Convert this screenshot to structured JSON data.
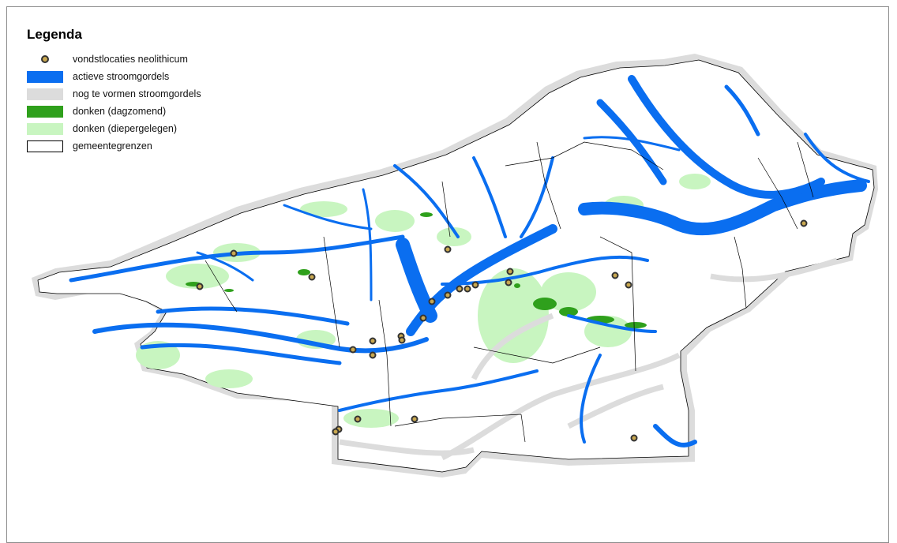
{
  "legend": {
    "title": "Legenda",
    "items": [
      {
        "label": "vondstlocaties neolithicum",
        "kind": "dot",
        "color": "#c9a850",
        "border": "#333333"
      },
      {
        "label": "actieve stroomgordels",
        "kind": "fill",
        "color": "#0a6ef0"
      },
      {
        "label": "nog te vormen stroomgordels",
        "kind": "fill",
        "color": "#dcdcdc"
      },
      {
        "label": "donken (dagzomend)",
        "kind": "fill",
        "color": "#2fa01c"
      },
      {
        "label": "donken (diepergelegen)",
        "kind": "fill",
        "color": "#c8f5c0"
      },
      {
        "label": "gemeentegrenzen",
        "kind": "outline",
        "color": "#000000"
      }
    ]
  },
  "colors": {
    "river": "#0a6ef0",
    "future": "#dcdcdc",
    "dagzomend": "#2fa01c",
    "diepergelegen": "#c8f5c0",
    "boundary": "#000000",
    "site_fill": "#c9a850",
    "site_stroke": "#333333"
  }
}
